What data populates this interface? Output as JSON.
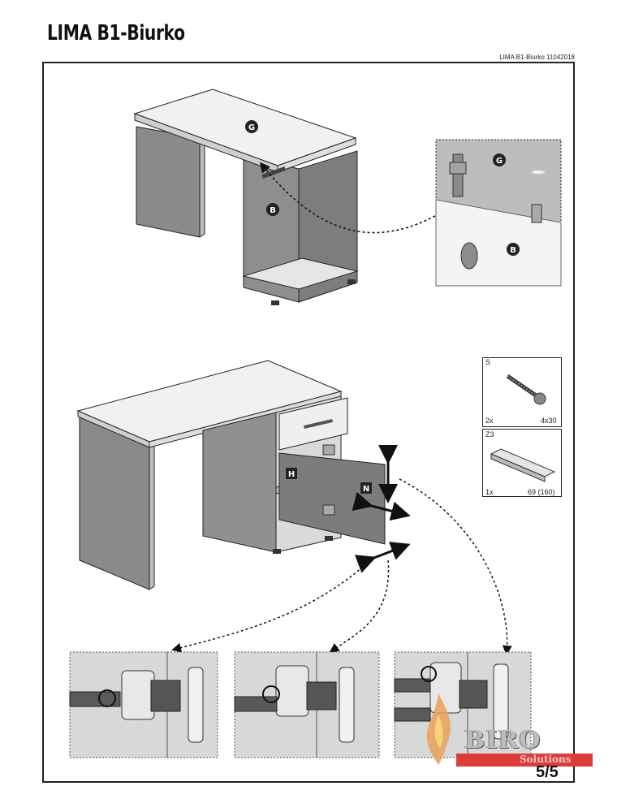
{
  "header": {
    "title": "LIMA  B1-Biurko",
    "doc_id": "LIMA B1-Biurko 11042018"
  },
  "labels": {
    "top_g": "G",
    "side_b": "B",
    "detail_g": "G",
    "detail_b": "B",
    "shelf_h": "H",
    "door_n": "N"
  },
  "parts": {
    "s": {
      "code": "S",
      "qty": "2x",
      "size": "4x30"
    },
    "z3": {
      "code": "Z3",
      "qty": "1x",
      "size": "69 (160)"
    }
  },
  "footer": {
    "page": "5/5"
  },
  "watermark": {
    "name": "BIRO",
    "sub": "Solutions",
    "color": "#e03b3b"
  }
}
